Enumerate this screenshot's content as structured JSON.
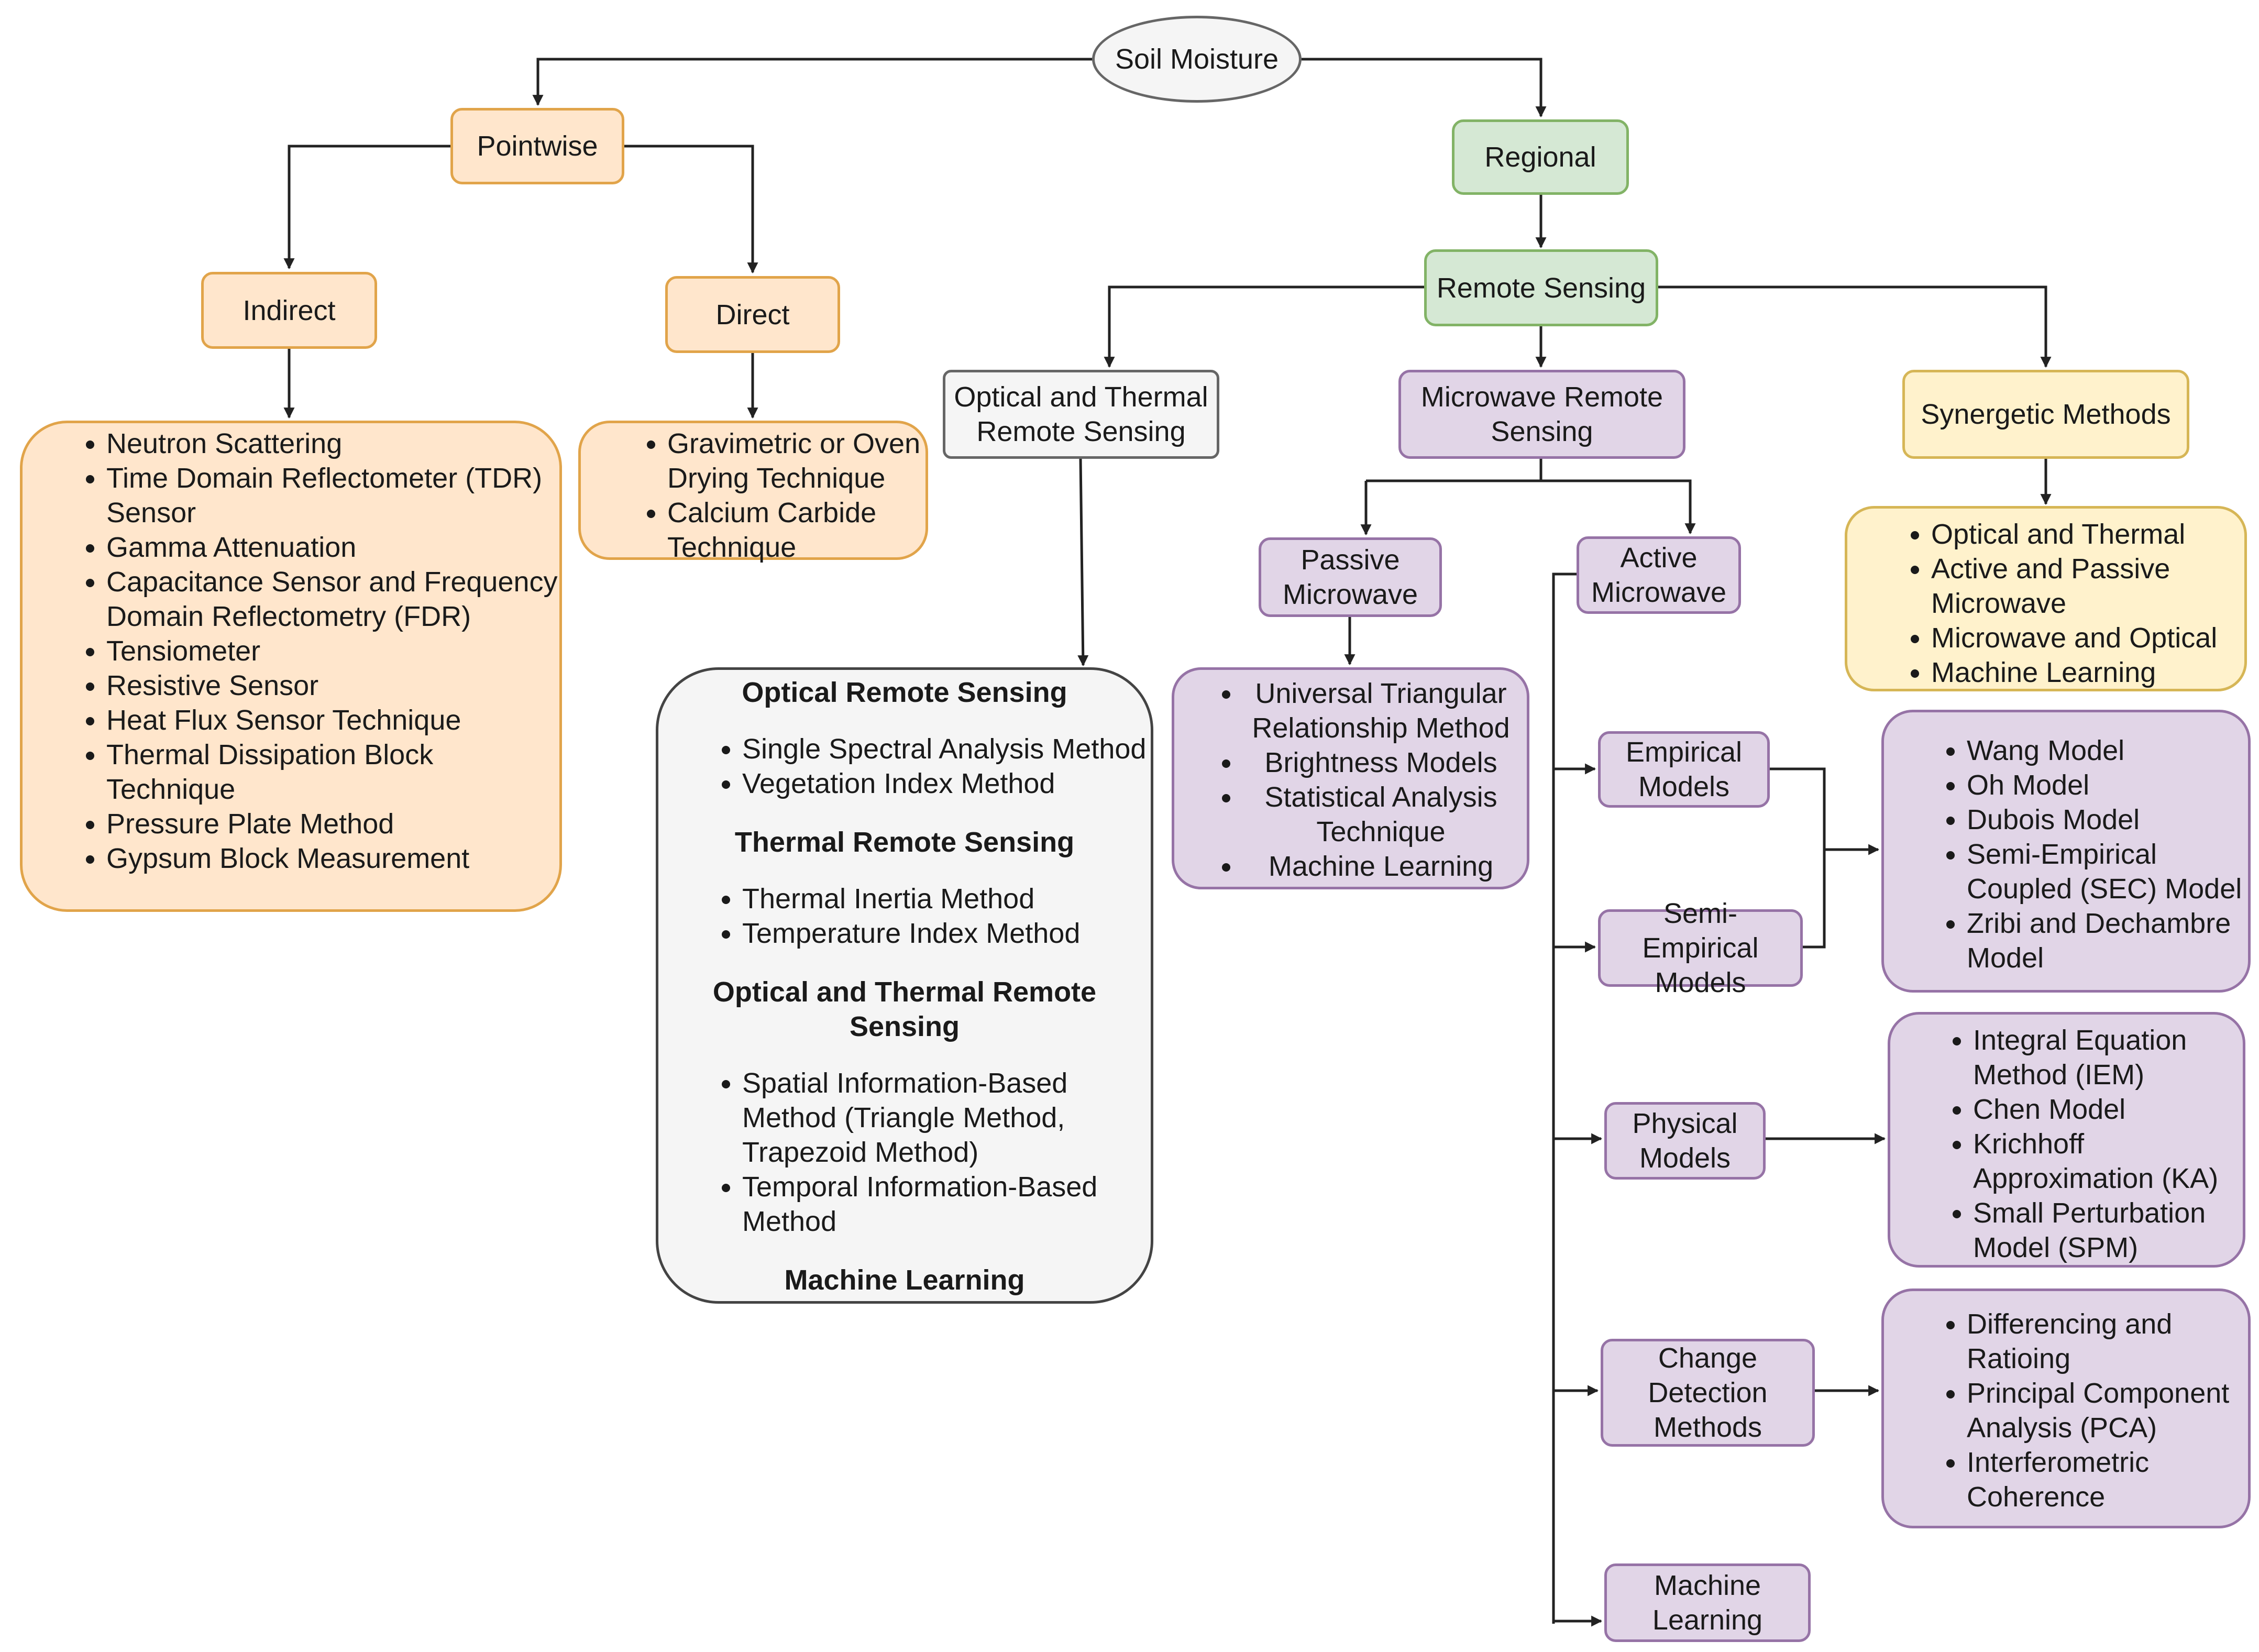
{
  "root": "Soil Moisture",
  "pointwise": {
    "label": "Pointwise",
    "indirect": {
      "label": "Indirect",
      "items": [
        "Neutron Scattering",
        "Time Domain Reflectometer (TDR) Sensor",
        "Gamma Attenuation",
        "Capacitance Sensor and Frequency Domain Reflectometry (FDR)",
        "Tensiometer",
        "Resistive Sensor",
        "Heat Flux Sensor Technique",
        "Thermal Dissipation Block Technique",
        "Pressure Plate Method",
        "Gypsum Block Measurement"
      ]
    },
    "direct": {
      "label": "Direct",
      "items": [
        "Gravimetric or Oven Drying Technique",
        "Calcium Carbide Technique"
      ]
    }
  },
  "regional": {
    "label": "Regional",
    "remote_sensing": "Remote Sensing",
    "optical_thermal": {
      "label": "Optical and Thermal Remote Sensing",
      "sections": [
        {
          "heading": "Optical Remote Sensing",
          "items": [
            "Single Spectral Analysis Method",
            "Vegetation Index Method"
          ]
        },
        {
          "heading": "Thermal Remote Sensing",
          "items": [
            "Thermal Inertia Method",
            "Temperature Index Method"
          ]
        },
        {
          "heading": "Optical and Thermal Remote Sensing",
          "items": [
            "Spatial Information-Based Method (Triangle Method, Trapezoid Method)",
            "Temporal Information-Based Method"
          ]
        },
        {
          "heading": "Machine Learning",
          "items": []
        }
      ]
    },
    "microwave": {
      "label": "Microwave Remote Sensing",
      "passive": {
        "label": "Passive Microwave",
        "items": [
          "Universal Triangular Relationship Method",
          "Brightness Models",
          "Statistical Analysis Technique",
          "Machine Learning"
        ]
      },
      "active": {
        "label": "Active Microwave",
        "empirical": "Empirical Models",
        "semi_empirical": "Semi-Empirical Models",
        "empirical_items": [
          "Wang Model",
          "Oh Model",
          "Dubois Model",
          "Semi-Empirical Coupled (SEC) Model",
          "Zribi and Dechambre Model"
        ],
        "physical": "Physical Models",
        "physical_items": [
          "Integral Equation Method (IEM)",
          "Chen Model",
          "Krichhoff Approximation (KA)",
          "Small Perturbation Model (SPM)"
        ],
        "change_detection": "Change Detection Methods",
        "change_items": [
          "Differencing and Ratioing",
          "Principal Component Analysis (PCA)",
          "Interferometric Coherence"
        ],
        "machine_learning": "Machine Learning"
      }
    },
    "synergetic": {
      "label": "Synergetic Methods",
      "items": [
        "Optical and Thermal",
        "Active and Passive Microwave",
        "Microwave and Optical",
        "Machine Learning"
      ]
    }
  },
  "colors": {
    "orange_fill": "#ffe6cc",
    "orange_border": "#e1a44a",
    "green_fill": "#d5e8d4",
    "green_border": "#82b366",
    "purple_fill": "#e1d5e7",
    "purple_border": "#9673a6",
    "yellow_fill": "#fff2cc",
    "yellow_border": "#d6b656",
    "grey_fill": "#f5f5f5",
    "grey_border": "#666666",
    "line": "#222222"
  }
}
